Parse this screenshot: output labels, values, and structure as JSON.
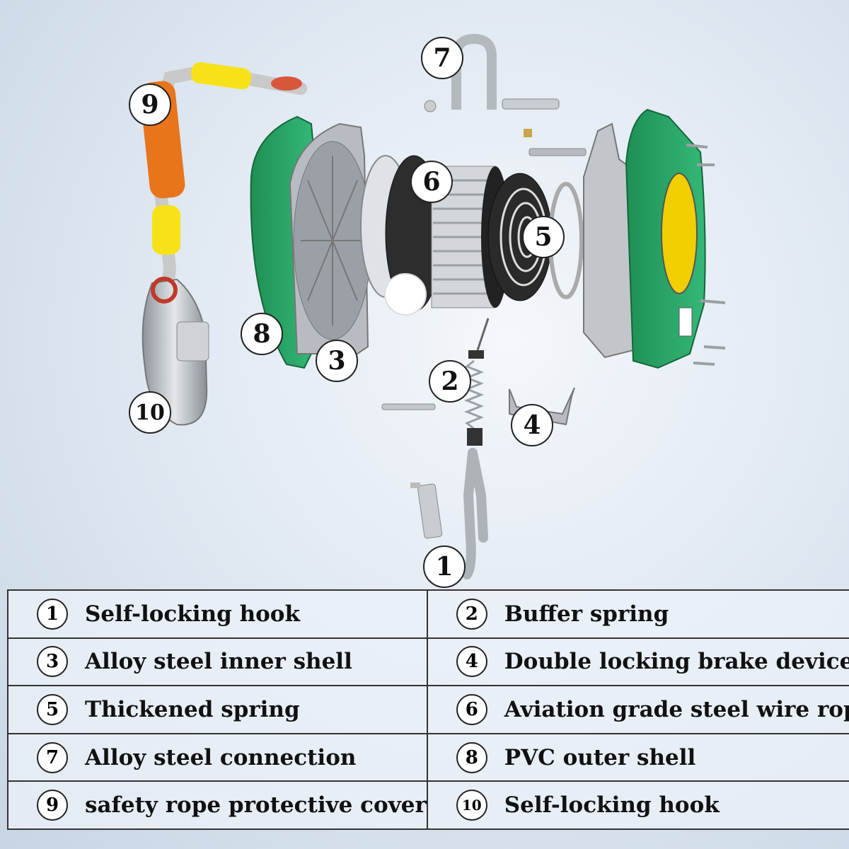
{
  "callouts": [
    "1",
    "2",
    "3",
    "4",
    "5",
    "6",
    "7",
    "8",
    "9",
    "10"
  ],
  "legend": [
    {
      "num": "1",
      "label": "Self-locking hook"
    },
    {
      "num": "2",
      "label": "Buffer spring"
    },
    {
      "num": "3",
      "label": "Alloy steel inner shell"
    },
    {
      "num": "4",
      "label": "Double locking brake device"
    },
    {
      "num": "5",
      "label": "Thickened spring"
    },
    {
      "num": "6",
      "label": "Aviation grade steel wire rope"
    },
    {
      "num": "7",
      "label": "Alloy steel connection"
    },
    {
      "num": "8",
      "label": "PVC outer shell"
    },
    {
      "num": "9",
      "label": "safety rope protective cover"
    },
    {
      "num": "10",
      "label": "Self-locking hook"
    }
  ],
  "colors": {
    "housing": "#2aa66a",
    "label_yellow": "#f2cf00",
    "sleeve_orange": "#e8741c",
    "sleeve_yellow": "#f7e21a",
    "steel": "#b8bcc2"
  }
}
